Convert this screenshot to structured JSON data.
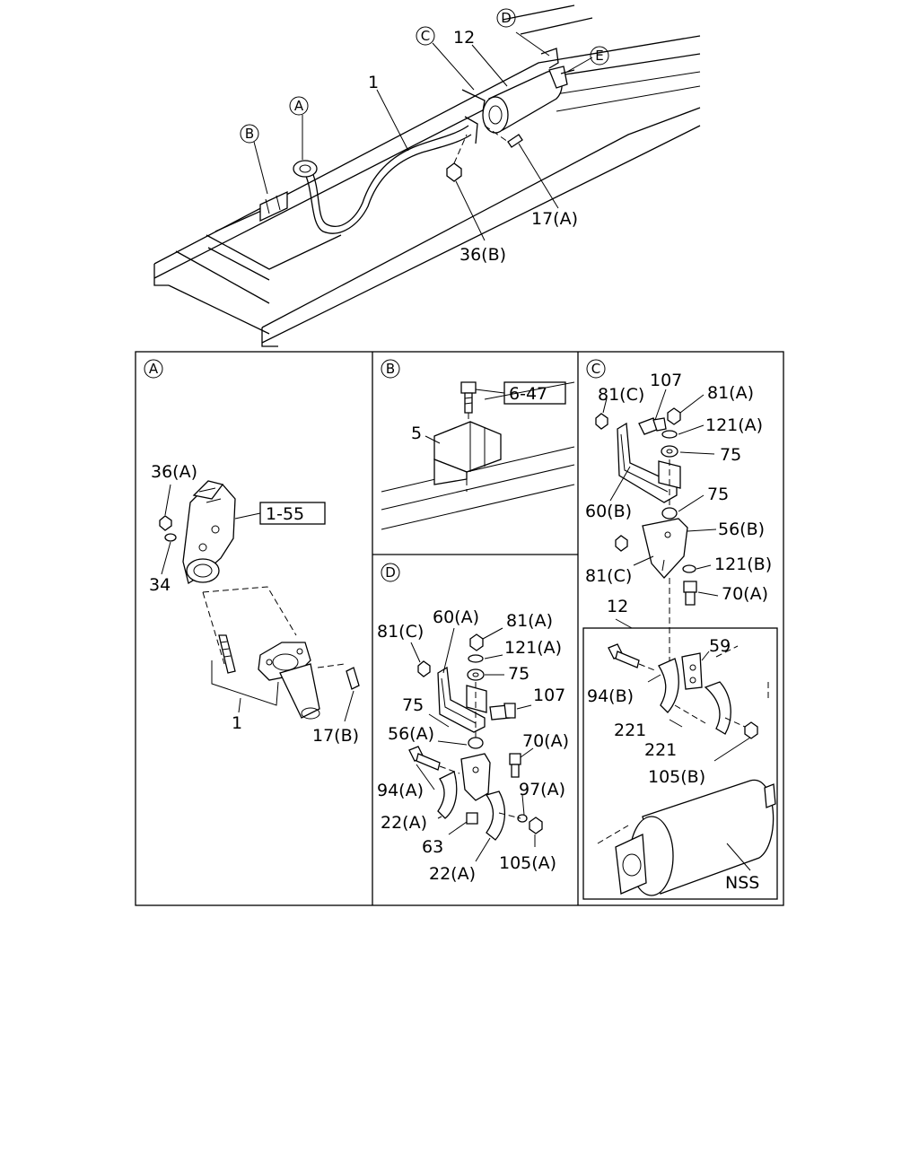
{
  "section_markers": [
    "A",
    "B",
    "C",
    "D",
    "E"
  ],
  "overview": {
    "labels": {
      "exhaust_pipe": "1",
      "silencer": "12",
      "bolt": "17(A)",
      "nut": "36(B)"
    }
  },
  "panel_a": {
    "marker": "A",
    "ref_box": "1-55",
    "labels": {
      "nut": "36(A)",
      "washer": "34",
      "pipe": "1",
      "bolt": "17(B)"
    }
  },
  "panel_b": {
    "marker": "B",
    "ref_box": "6-47",
    "labels": {
      "bracket": "5"
    }
  },
  "panel_c": {
    "marker": "C",
    "labels": {
      "bolt_107": "107",
      "nut_81c_top": "81(C)",
      "nut_81a": "81(A)",
      "washer_121a": "121(A)",
      "rubber_75_top": "75",
      "bracket_60b": "60(B)",
      "rubber_75_mid": "75",
      "hanger_56b": "56(B)",
      "nut_81c_mid": "81(C)",
      "washer_121b": "121(B)",
      "bolt_70a": "70(A)",
      "silencer_12": "12",
      "clamp_59": "59",
      "bolt_94b": "94(B)",
      "clamp_221_a": "221",
      "clamp_221_b": "221",
      "nut_105b": "105(B)",
      "nss": "NSS"
    }
  },
  "panel_d": {
    "marker": "D",
    "labels": {
      "nut_81c": "81(C)",
      "bracket_60a": "60(A)",
      "nut_81a": "81(A)",
      "washer_121a": "121(A)",
      "rubber_75_r": "75",
      "bolt_107": "107",
      "rubber_75_l": "75",
      "hanger_56a": "56(A)",
      "bolt_70a": "70(A)",
      "bolt_94a": "94(A)",
      "washer_97a": "97(A)",
      "clamp_22a_l": "22(A)",
      "spacer_63": "63",
      "clamp_22a_r": "22(A)",
      "nut_105a": "105(A)"
    }
  }
}
